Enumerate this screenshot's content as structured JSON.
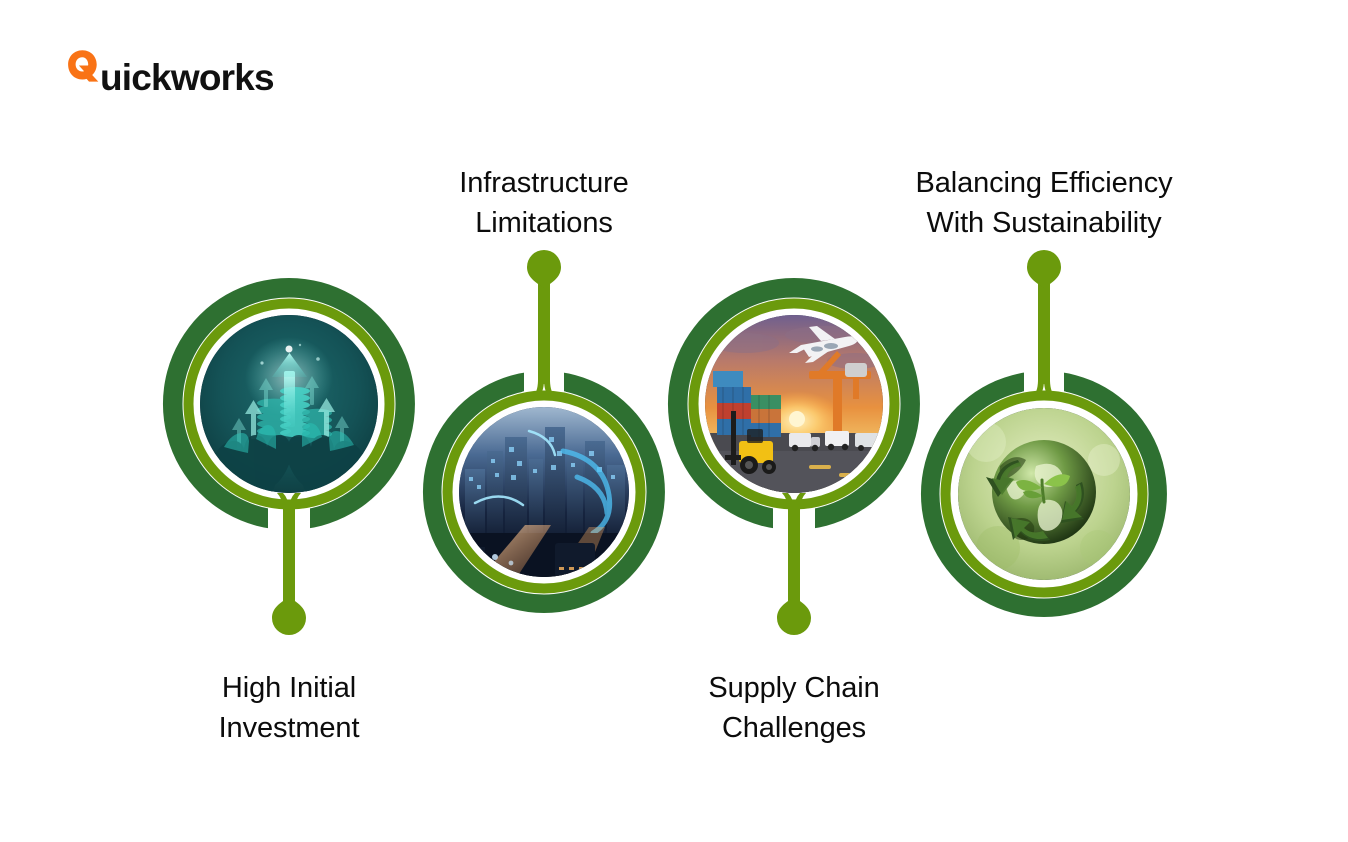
{
  "brand": {
    "name_first_letter": "Q",
    "name_rest": "uickworks",
    "accent_color": "#F97316",
    "text_color": "#111111"
  },
  "theme": {
    "outer_ring_color": "#2E7031",
    "inner_ring_color": "#6B9A0C",
    "connector_color": "#6B9A0C",
    "gap_color": "#FFFFFF",
    "background": "#FFFFFF",
    "label_color": "#0C0C0C"
  },
  "infographic": {
    "type": "circular-node-diagram",
    "node_count": 4,
    "nodes": [
      {
        "id": "node-1",
        "label": "High Initial\nInvestment",
        "label_position": "below",
        "connector_direction": "down",
        "image_name": "growth-investment-coins-hands-image",
        "image_alt": "Glowing upward arrows and stacks of coins held in cupped hands on a teal background",
        "palette": [
          "#0d3f45",
          "#1a6b6b",
          "#7fe6e0",
          "#cffaf5"
        ]
      },
      {
        "id": "node-2",
        "label": "Infrastructure\nLimitations",
        "label_position": "above",
        "connector_direction": "up",
        "image_name": "futuristic-smart-city-image",
        "image_alt": "Night view of a futuristic city skyline with glowing blue light trails",
        "palette": [
          "#0a1430",
          "#1e4f8a",
          "#4fc3f7",
          "#b3e5fc"
        ]
      },
      {
        "id": "node-3",
        "label": "Supply Chain\nChallenges",
        "label_position": "below",
        "connector_direction": "down",
        "image_name": "logistics-cargo-port-image",
        "image_alt": "Cargo port at sunset with shipping containers, forklift, trucks and an airplane overhead",
        "palette": [
          "#7a3b10",
          "#e8862a",
          "#f6c453",
          "#2f5d8a"
        ]
      },
      {
        "id": "node-4",
        "label": "Balancing Efficiency\nWith Sustainability",
        "label_position": "above",
        "connector_direction": "up",
        "image_name": "green-earth-recycling-image",
        "image_alt": "Green globe wrapped in recycling arrows with a small leaf sprout",
        "palette": [
          "#cfe0a4",
          "#6f9a3a",
          "#2f5120",
          "#e8f0cf"
        ]
      }
    ]
  }
}
